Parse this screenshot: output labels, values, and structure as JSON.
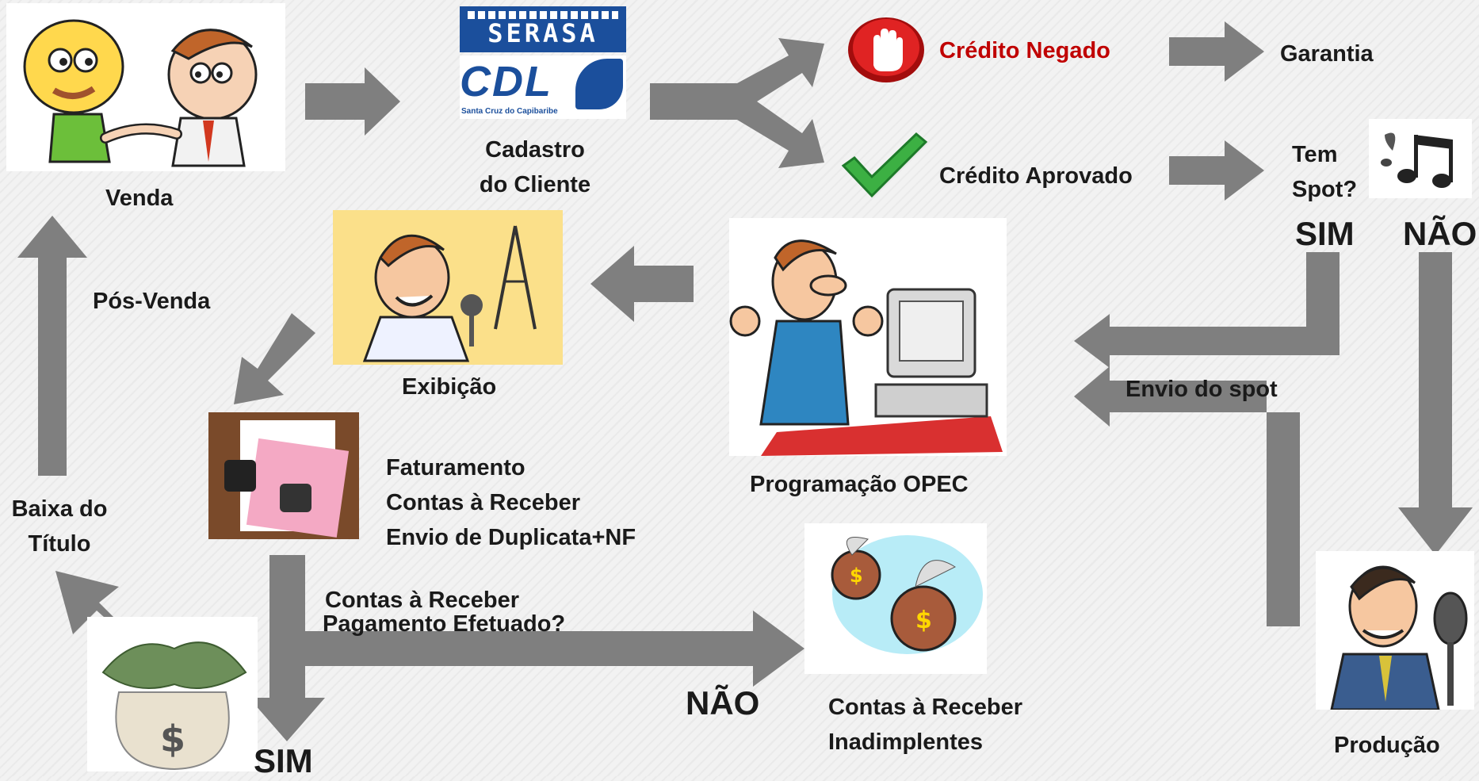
{
  "serasa_logo": "SERASA",
  "cdl": {
    "logo": "CDL",
    "city": "Santa Cruz do Capibaribe"
  },
  "labels": {
    "venda": "Venda",
    "cadastro_line1": "Cadastro",
    "cadastro_line2": "do Cliente",
    "credito_negado": "Crédito Negado",
    "garantia": "Garantia",
    "credito_aprovado": "Crédito Aprovado",
    "tem_spot_line1": "Tem",
    "tem_spot_line2": "Spot?",
    "sim_top": "SIM",
    "nao_top": "NÃO",
    "pos_venda": "Pós-Venda",
    "exibicao": "Exibição",
    "envio_spot": "Envio do spot",
    "programacao": "Programação OPEC",
    "faturamento_line1": "Faturamento",
    "faturamento_line2": "Contas à Receber",
    "faturamento_line3": "Envio de Duplicata+NF",
    "baixa_line1": "Baixa do",
    "baixa_line2": "Título",
    "pagamento_line1": "Contas à Receber",
    "pagamento_line2": "Pagamento Efetuado?",
    "nao_bottom": "NÃO",
    "sim_bottom": "SIM",
    "inadimplentes_line1": "Contas à Receber",
    "inadimplentes_line2": "Inadimplentes",
    "producao": "Produção"
  },
  "colors": {
    "arrow": "#7f7f7f",
    "negado": "#c00000",
    "check": "#3cb043"
  }
}
